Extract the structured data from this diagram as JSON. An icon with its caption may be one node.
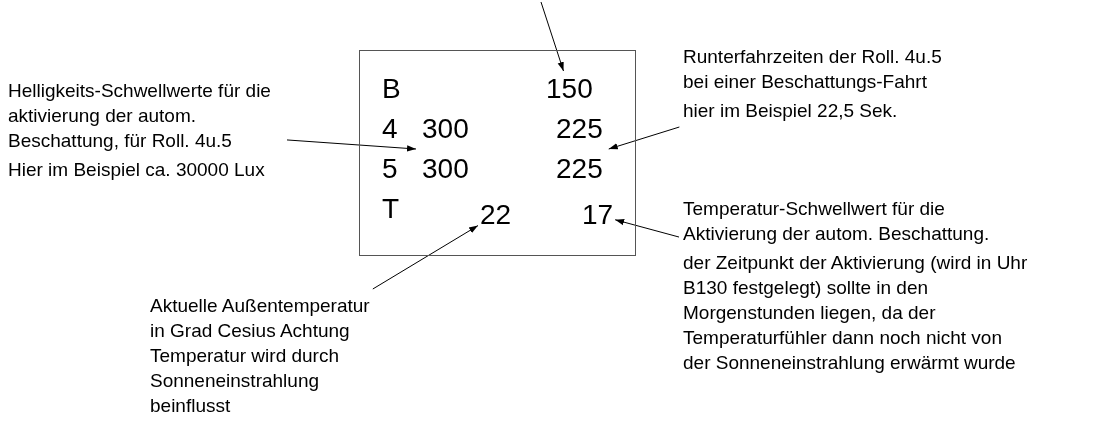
{
  "diagram": {
    "nodes": [
      {
        "text": [],
        "shape": "box"
      },
      {
        "text": [
          "B"
        ],
        "in": 0
      },
      {
        "text": [
          "150"
        ],
        "in": 0
      },
      {
        "text": [
          "4"
        ],
        "in": 0
      },
      {
        "text": [
          "300"
        ],
        "in": 0
      },
      {
        "text": [
          "225"
        ],
        "in": 0
      },
      {
        "text": [
          "5"
        ],
        "in": 0
      },
      {
        "text": [
          "300"
        ],
        "in": 0
      },
      {
        "text": [
          "225"
        ],
        "in": 0
      },
      {
        "text": [
          "T"
        ],
        "in": 0
      },
      {
        "text": [
          "22"
        ],
        "in": 0
      },
      {
        "text": [
          "17"
        ],
        "in": 0
      },
      {
        "text": [
          "Helligkeits-Schwellwerte für die aktivierung der autom. Beschattung, für Roll. 4u.5",
          "Hier im Beispiel ca. 30000 Lux"
        ]
      },
      {
        "text": [
          "Runterfahrzeiten der Roll. 4u.5 bei einer Beschattungs-Fahrt",
          "hier im Beispiel 22,5 Sek."
        ]
      },
      {
        "text": [
          "Temperatur-Schwellwert für die Aktivierung der autom. Beschattung.",
          "der Zeitpunkt der Aktivierung (wird in Uhr B130 festgelegt) sollte in den Morgenstunden liegen, da der Temperaturfühler dann noch nicht von der Sonneneinstrahlung erwärmt wurde"
        ]
      },
      {
        "text": [
          "Aktuelle Außentemperatur in Grad Cesius Achtung Temperatur wird durch Sonneneinstrahlung beinflusst"
        ]
      }
    ],
    "edges": [
      {
        "from": null,
        "to": 2,
        "arrow": "to"
      },
      {
        "from": 12,
        "to": 4,
        "arrow": "to"
      },
      {
        "from": 12,
        "to": 7,
        "arrow": "to"
      },
      {
        "from": 13,
        "to": 5,
        "arrow": "to"
      },
      {
        "from": 13,
        "to": 8,
        "arrow": "to"
      },
      {
        "from": 14,
        "to": 11,
        "arrow": "to"
      },
      {
        "from": 15,
        "to": 10,
        "arrow": "to"
      }
    ]
  }
}
